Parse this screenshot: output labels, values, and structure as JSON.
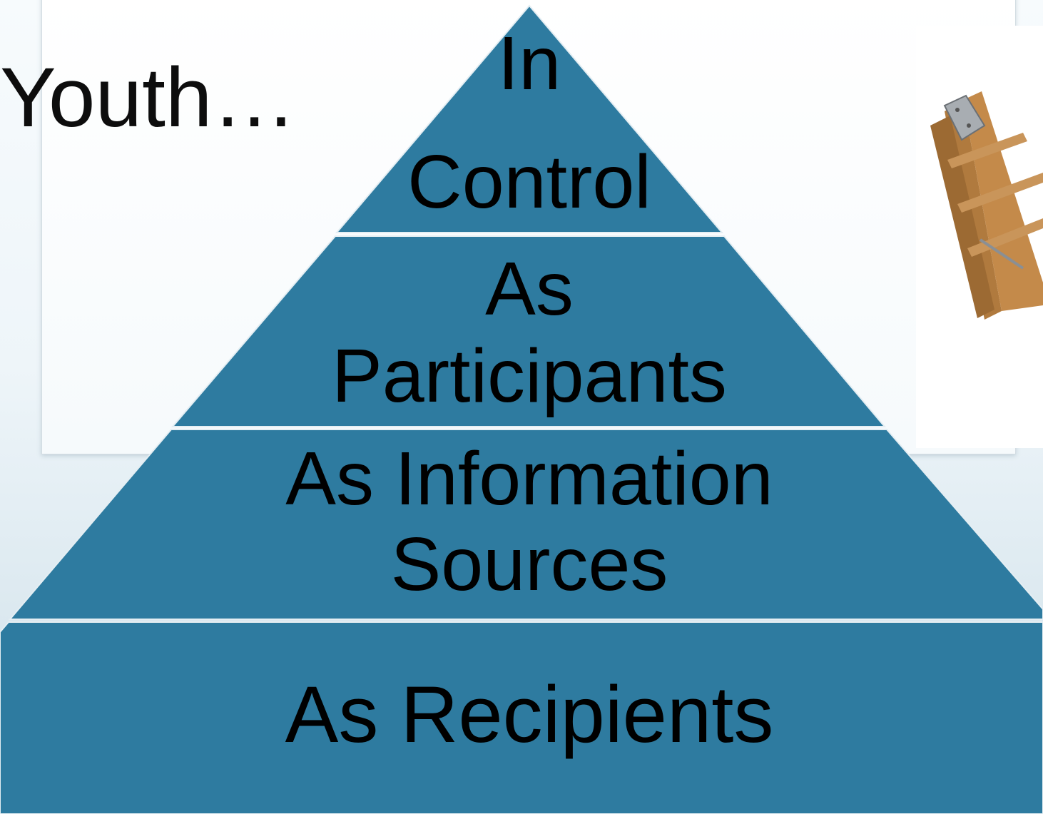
{
  "title": "Youth…",
  "pyramid": {
    "fill_color": "#2e7ba0",
    "edge_color": "#e4eef3",
    "tiers": [
      {
        "lines": [
          "In",
          "Control"
        ]
      },
      {
        "lines": [
          "As",
          "Participants"
        ]
      },
      {
        "lines": [
          "As Information",
          "Sources"
        ]
      },
      {
        "lines": [
          "As Recipients"
        ]
      }
    ]
  },
  "image": {
    "subject": "wooden-stepladder"
  }
}
